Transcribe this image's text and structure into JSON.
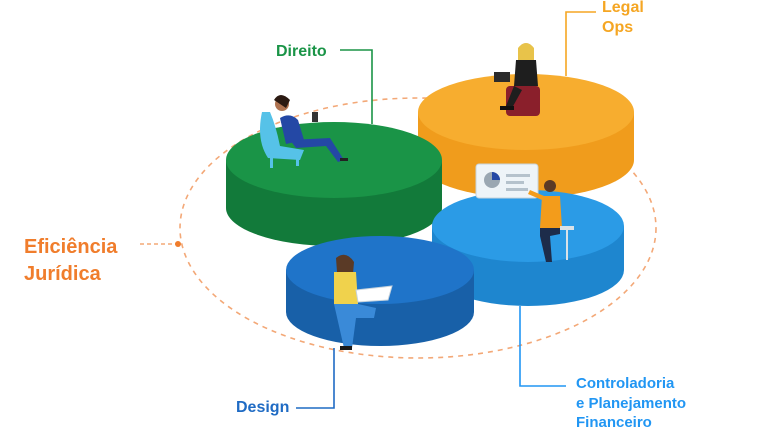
{
  "diagram": {
    "center_label": {
      "lines": [
        "Eficiência",
        "Jurídica"
      ],
      "color": "#f07d2c"
    },
    "areas": [
      {
        "id": "direito",
        "lines": [
          "Direito"
        ],
        "color": "#1a9447",
        "label_color": "#1a9447"
      },
      {
        "id": "legal-ops",
        "lines": [
          "Legal",
          "Ops"
        ],
        "color": "#f5a623",
        "label_color": "#f5a623"
      },
      {
        "id": "controladoria",
        "lines": [
          "Controladoria",
          "e Planejamento",
          "Financeiro"
        ],
        "color": "#2b9be6",
        "label_color": "#2196f3"
      },
      {
        "id": "design",
        "lines": [
          "Design"
        ],
        "color": "#1f74c9",
        "label_color": "#1f6bc4"
      }
    ]
  }
}
